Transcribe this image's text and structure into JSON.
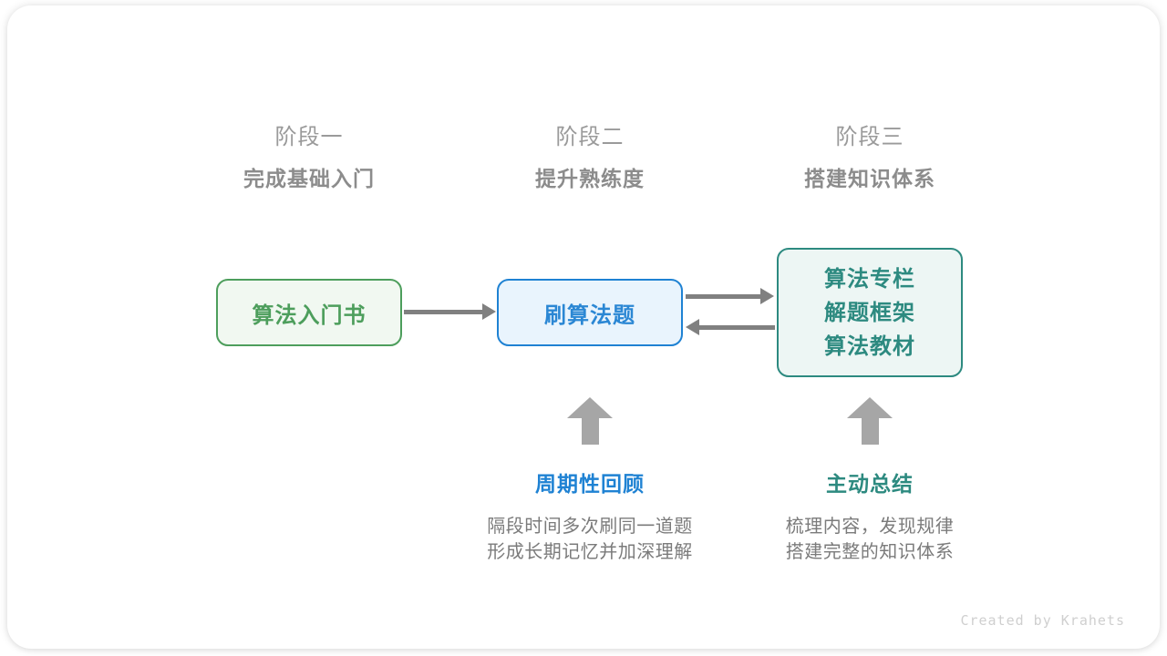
{
  "stages": [
    {
      "phase": "阶段一",
      "title": "完成基础入门"
    },
    {
      "phase": "阶段二",
      "title": "提升熟练度"
    },
    {
      "phase": "阶段三",
      "title": "搭建知识体系"
    }
  ],
  "nodes": {
    "green": {
      "label": "算法入门书",
      "color": "#4d9e5c",
      "fill": "#f1f8f1"
    },
    "blue": {
      "label": "刷算法题",
      "color": "#1f82d3",
      "fill": "#e9f4fd"
    },
    "teal": {
      "lines": [
        "算法专栏",
        "解题框架",
        "算法教材"
      ],
      "color": "#2d8a80",
      "fill": "#edf6f4"
    }
  },
  "annotations": [
    {
      "title": "周期性回顾",
      "desc_line1": "隔段时间多次刷同一道题",
      "desc_line2": "形成长期记忆并加深理解",
      "color": "#1f82d3"
    },
    {
      "title": "主动总结",
      "desc_line1": "梳理内容，发现规律",
      "desc_line2": "搭建完整的知识体系",
      "color": "#2d8a80"
    }
  ],
  "arrow_color": "#808080",
  "up_arrow_color": "#a6a6a6",
  "credit": "Created by Krahets"
}
